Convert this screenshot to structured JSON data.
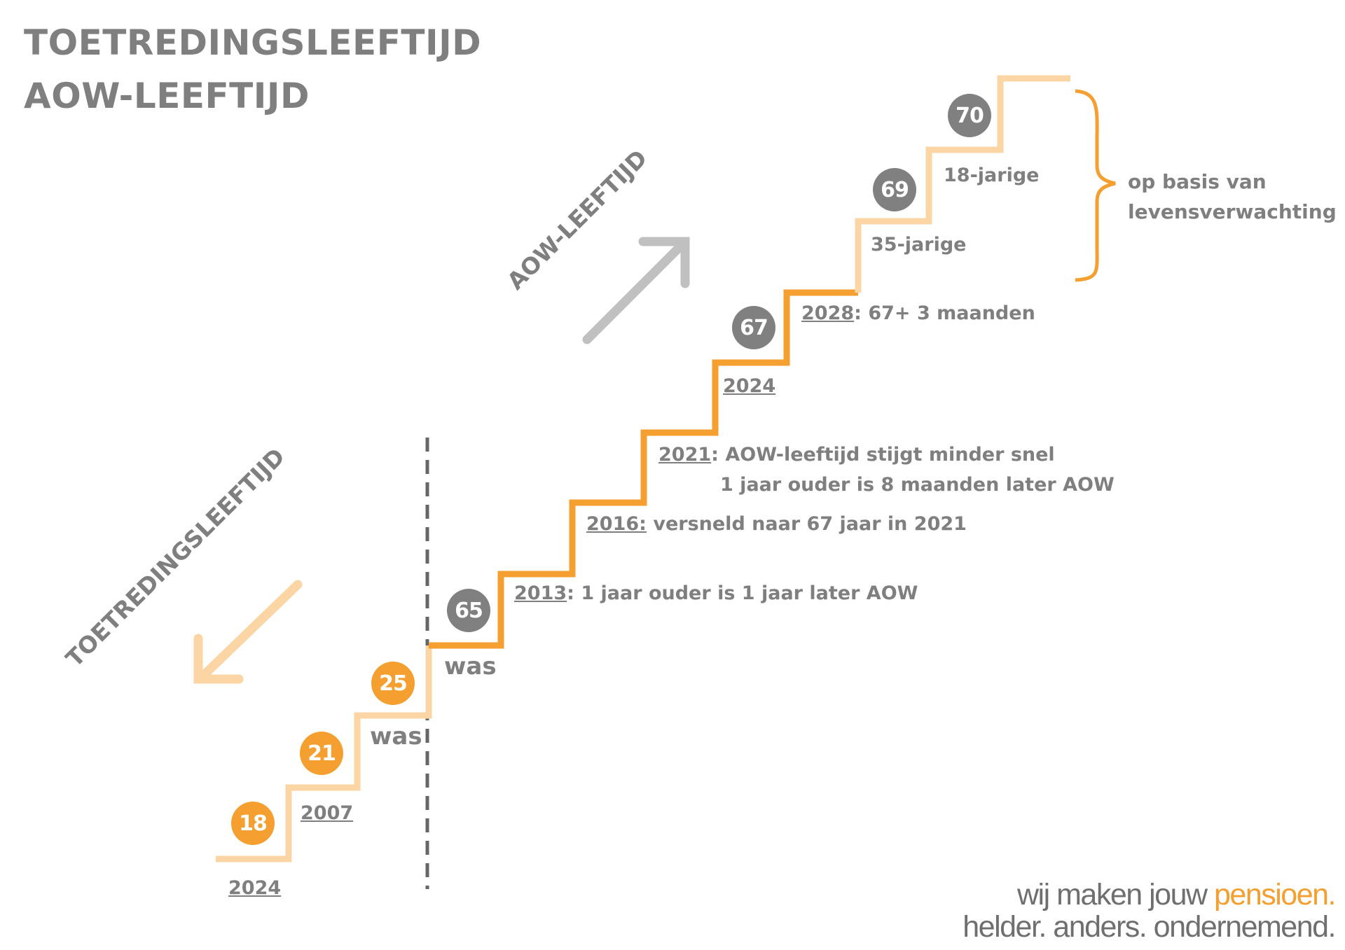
{
  "title": {
    "line1": "TOETREDINGSLEEFTIJD",
    "line2": "AOW-LEEFTIJD"
  },
  "axis_labels": {
    "aow": "AOW-LEEFTIJD",
    "toetreding": "TOETREDINGSLEEFTIJD"
  },
  "aow_badges": [
    "65",
    "67",
    "69",
    "70"
  ],
  "toetreding_badges": [
    "18",
    "21",
    "25"
  ],
  "annotations": {
    "was_aow": "was",
    "was_toetreding": "was",
    "y2013": "2013",
    "t2013": ": 1 jaar ouder is 1 jaar later AOW",
    "y2016": "2016:",
    "t2016": " versneld naar 67 jaar in 2021",
    "y2021": "2021",
    "t2021a": ": AOW-leeftijd stijgt minder snel",
    "t2021b": "1 jaar ouder is 8 maanden later AOW",
    "y2024_aow": "2024",
    "y2028": "2028",
    "t2028": ": 67+ 3 maanden",
    "jarige35": "35-jarige",
    "jarige18": "18-jarige",
    "basis_line1": "op basis van",
    "basis_line2": "levensverwachting",
    "y2007": "2007",
    "y2024_toe": "2024"
  },
  "tagline": {
    "line1_pre": "wij maken jouw ",
    "line1_accent": "pensioen.",
    "line2": "helder. anders. ondernemend."
  },
  "colors": {
    "orange": "#f49f2f",
    "light_orange": "#fbd6a4",
    "grey": "#7f7f7f",
    "arrow_grey": "#c0c0c0"
  }
}
